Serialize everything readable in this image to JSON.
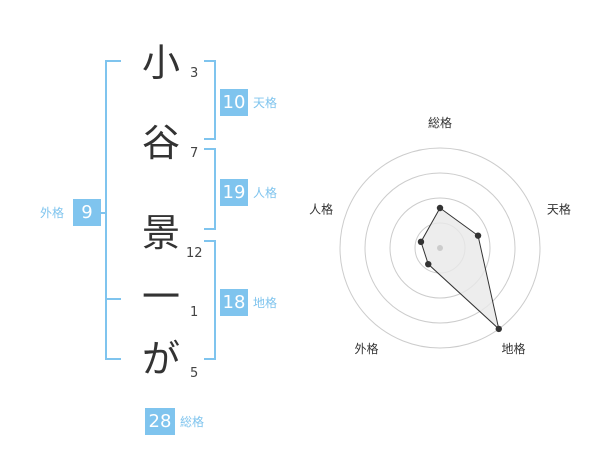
{
  "name": {
    "characters": [
      {
        "char": "小",
        "strokes": "3"
      },
      {
        "char": "谷",
        "strokes": "7"
      },
      {
        "char": "景",
        "strokes": "12"
      },
      {
        "char": "一",
        "strokes": "1"
      },
      {
        "char": "が",
        "strokes": "5"
      }
    ]
  },
  "fortune": {
    "tenkaku": {
      "label": "天格",
      "value": "10"
    },
    "jinkaku": {
      "label": "人格",
      "value": "19"
    },
    "chikaku": {
      "label": "地格",
      "value": "18"
    },
    "gaikaku": {
      "label": "外格",
      "value": "9"
    },
    "soukaku": {
      "label": "総格",
      "value": "28"
    }
  },
  "chart_data": {
    "type": "radar",
    "axes": [
      "総格",
      "天格",
      "地格",
      "外格",
      "人格"
    ],
    "values": [
      2,
      2,
      5,
      1,
      1
    ],
    "max": 5,
    "rings": 4,
    "colors": {
      "fill": "#e8e8e8",
      "stroke": "#333333",
      "ring": "#cccccc",
      "accent": "#7fc4ee"
    }
  }
}
